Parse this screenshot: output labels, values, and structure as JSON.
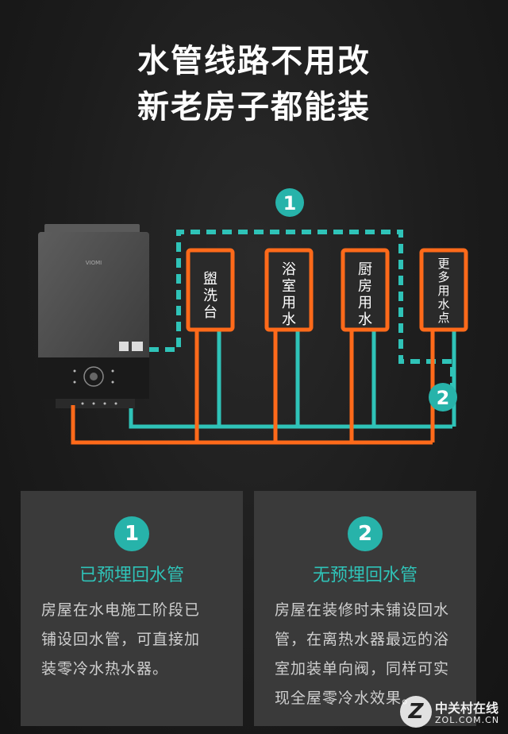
{
  "headline": {
    "line1": "水管线路不用改",
    "line2": "新老房子都能装"
  },
  "diagram": {
    "badge_1": "1",
    "badge_2": "2",
    "heater_brand": "VIOMI",
    "points": [
      {
        "chars": [
          "盥",
          "洗",
          "台"
        ]
      },
      {
        "chars": [
          "浴",
          "室",
          "用",
          "水"
        ]
      },
      {
        "chars": [
          "厨",
          "房",
          "用",
          "水"
        ]
      },
      {
        "chars": [
          "更",
          "多",
          "用",
          "水",
          "点"
        ]
      }
    ]
  },
  "cards": [
    {
      "badge": "1",
      "title": "已预埋回水管",
      "lines": [
        "房屋在水电施工阶段已",
        "铺设回水管，可直接加",
        "装零冷水热水器。"
      ]
    },
    {
      "badge": "2",
      "title": "无预埋回水管",
      "lines": [
        "房屋在装修时未铺设回水",
        "管，在离热水器最远的浴",
        "室加装单向阀，同样可实",
        "现全屋零冷水效果。"
      ]
    }
  ],
  "watermark": {
    "logo": "Z",
    "name": "中关村在线",
    "domain": "ZOL.COM.CN"
  },
  "colors": {
    "hot_pipe": "#ff6a1a",
    "cold_pipe": "#2fc3b8",
    "accent_teal": "#27b3aa",
    "card_bg": "#3a3a3a"
  }
}
